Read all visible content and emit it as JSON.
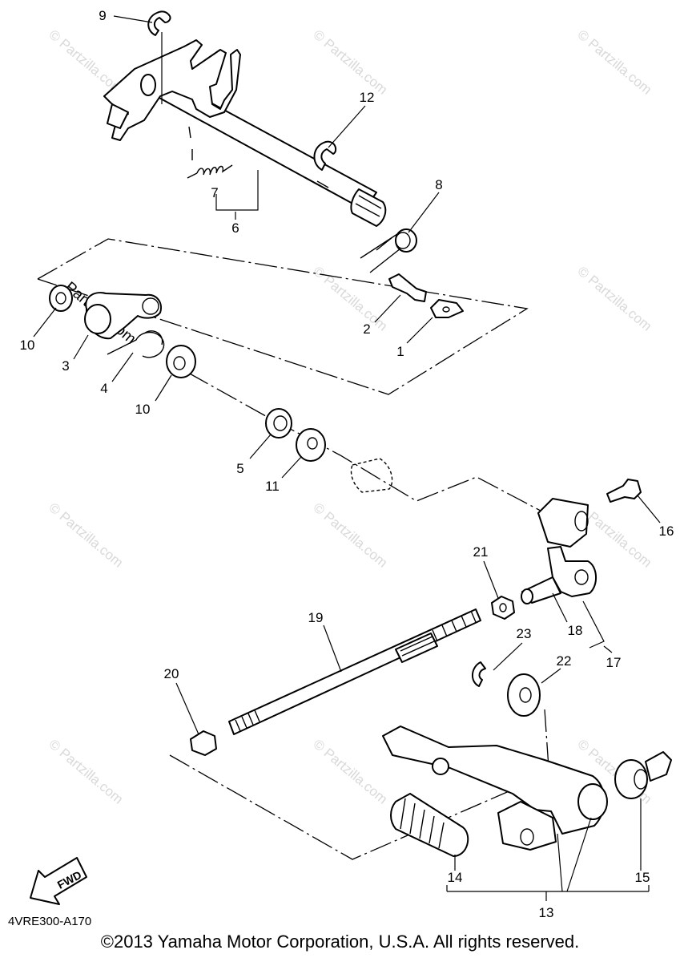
{
  "callouts": [
    "1",
    "2",
    "3",
    "4",
    "5",
    "6",
    "7",
    "8",
    "9",
    "10",
    "11",
    "12",
    "13",
    "14",
    "15",
    "16",
    "17",
    "18",
    "19",
    "20",
    "21",
    "22",
    "23"
  ],
  "fwd_label": "FWD",
  "drawing_code": "4VRE300-A170",
  "copyright": "©2013 Yamaha Motor Corporation, U.S.A. All rights reserved.",
  "watermark": "© Partzilla.com",
  "watermark_inline": "Partzilla.com"
}
